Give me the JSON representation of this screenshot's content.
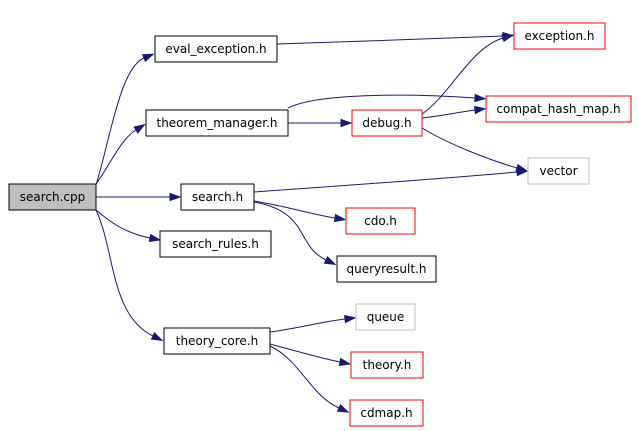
{
  "colors": {
    "edge": "#191970",
    "root_fill": "#bfbfbf",
    "black_border": "#000000",
    "red_border": "#ff0000",
    "grey_border": "#bfbfbf"
  },
  "nodes": [
    {
      "id": "search_cpp",
      "label": "search.cpp",
      "kind": "root"
    },
    {
      "id": "eval_exception_h",
      "label": "eval_exception.h",
      "kind": "black"
    },
    {
      "id": "theorem_manager_h",
      "label": "theorem_manager.h",
      "kind": "black"
    },
    {
      "id": "search_h",
      "label": "search.h",
      "kind": "black"
    },
    {
      "id": "search_rules_h",
      "label": "search_rules.h",
      "kind": "black"
    },
    {
      "id": "theory_core_h",
      "label": "theory_core.h",
      "kind": "black"
    },
    {
      "id": "exception_h",
      "label": "exception.h",
      "kind": "red"
    },
    {
      "id": "compat_hash_map_h",
      "label": "compat_hash_map.h",
      "kind": "red"
    },
    {
      "id": "debug_h",
      "label": "debug.h",
      "kind": "red"
    },
    {
      "id": "vector",
      "label": "vector",
      "kind": "grey"
    },
    {
      "id": "cdo_h",
      "label": "cdo.h",
      "kind": "red"
    },
    {
      "id": "queryresult_h",
      "label": "queryresult.h",
      "kind": "black"
    },
    {
      "id": "queue",
      "label": "queue",
      "kind": "grey"
    },
    {
      "id": "theory_h",
      "label": "theory.h",
      "kind": "red"
    },
    {
      "id": "cdmap_h",
      "label": "cdmap.h",
      "kind": "red"
    }
  ],
  "edges": [
    {
      "from": "search_cpp",
      "to": "eval_exception_h"
    },
    {
      "from": "search_cpp",
      "to": "theorem_manager_h"
    },
    {
      "from": "search_cpp",
      "to": "search_h"
    },
    {
      "from": "search_cpp",
      "to": "search_rules_h"
    },
    {
      "from": "search_cpp",
      "to": "theory_core_h"
    },
    {
      "from": "eval_exception_h",
      "to": "exception_h"
    },
    {
      "from": "theorem_manager_h",
      "to": "debug_h"
    },
    {
      "from": "theorem_manager_h",
      "to": "compat_hash_map_h"
    },
    {
      "from": "debug_h",
      "to": "exception_h"
    },
    {
      "from": "debug_h",
      "to": "compat_hash_map_h"
    },
    {
      "from": "debug_h",
      "to": "vector"
    },
    {
      "from": "search_h",
      "to": "vector"
    },
    {
      "from": "search_h",
      "to": "cdo_h"
    },
    {
      "from": "search_h",
      "to": "queryresult_h"
    },
    {
      "from": "theory_core_h",
      "to": "queue"
    },
    {
      "from": "theory_core_h",
      "to": "theory_h"
    },
    {
      "from": "theory_core_h",
      "to": "cdmap_h"
    }
  ]
}
